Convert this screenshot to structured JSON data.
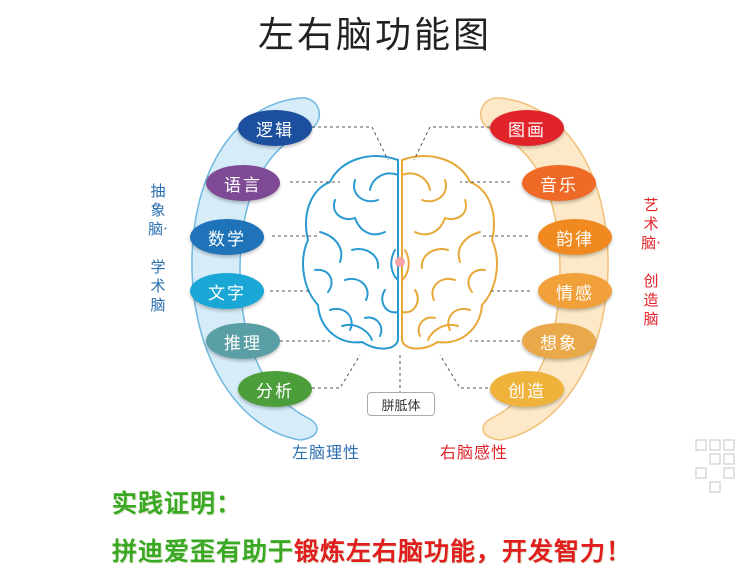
{
  "title": "左右脑功能图",
  "left_side": {
    "vertical_label_1": "抽象脑·",
    "vertical_label_2": "学术脑",
    "bottom_label": "左脑理性",
    "items": [
      {
        "label": "逻辑",
        "color": "#1c4f9e"
      },
      {
        "label": "语言",
        "color": "#7e4a96"
      },
      {
        "label": "数学",
        "color": "#1f73b8"
      },
      {
        "label": "文字",
        "color": "#1aa7d6"
      },
      {
        "label": "推理",
        "color": "#5a9fa6"
      },
      {
        "label": "分析",
        "color": "#4c9e3b"
      }
    ],
    "accent": "#d6ecf8",
    "stroke": "#6fb8e0",
    "brain_color": "#2a9ad0"
  },
  "right_side": {
    "vertical_label_1": "艺术脑·",
    "vertical_label_2": "创造脑",
    "bottom_label": "右脑感性",
    "items": [
      {
        "label": "图画",
        "color": "#e0242a"
      },
      {
        "label": "音乐",
        "color": "#ef6a26"
      },
      {
        "label": "韵律",
        "color": "#f08a20"
      },
      {
        "label": "情感",
        "color": "#f2a03a"
      },
      {
        "label": "想象",
        "color": "#e9a94a"
      },
      {
        "label": "创造",
        "color": "#efb23b"
      }
    ],
    "accent": "#fde9c7",
    "stroke": "#f0c07a",
    "brain_color": "#e8a838"
  },
  "corpus_callosum": "胼胝体",
  "slogan_line1": "实践证明：",
  "slogan_line2_a": "拼迪爱歪有助于",
  "slogan_line2_b": "锻炼左右脑功能，开发智力！",
  "slogan_color_green": "#39a822",
  "slogan_color_red": "#e01e1e"
}
